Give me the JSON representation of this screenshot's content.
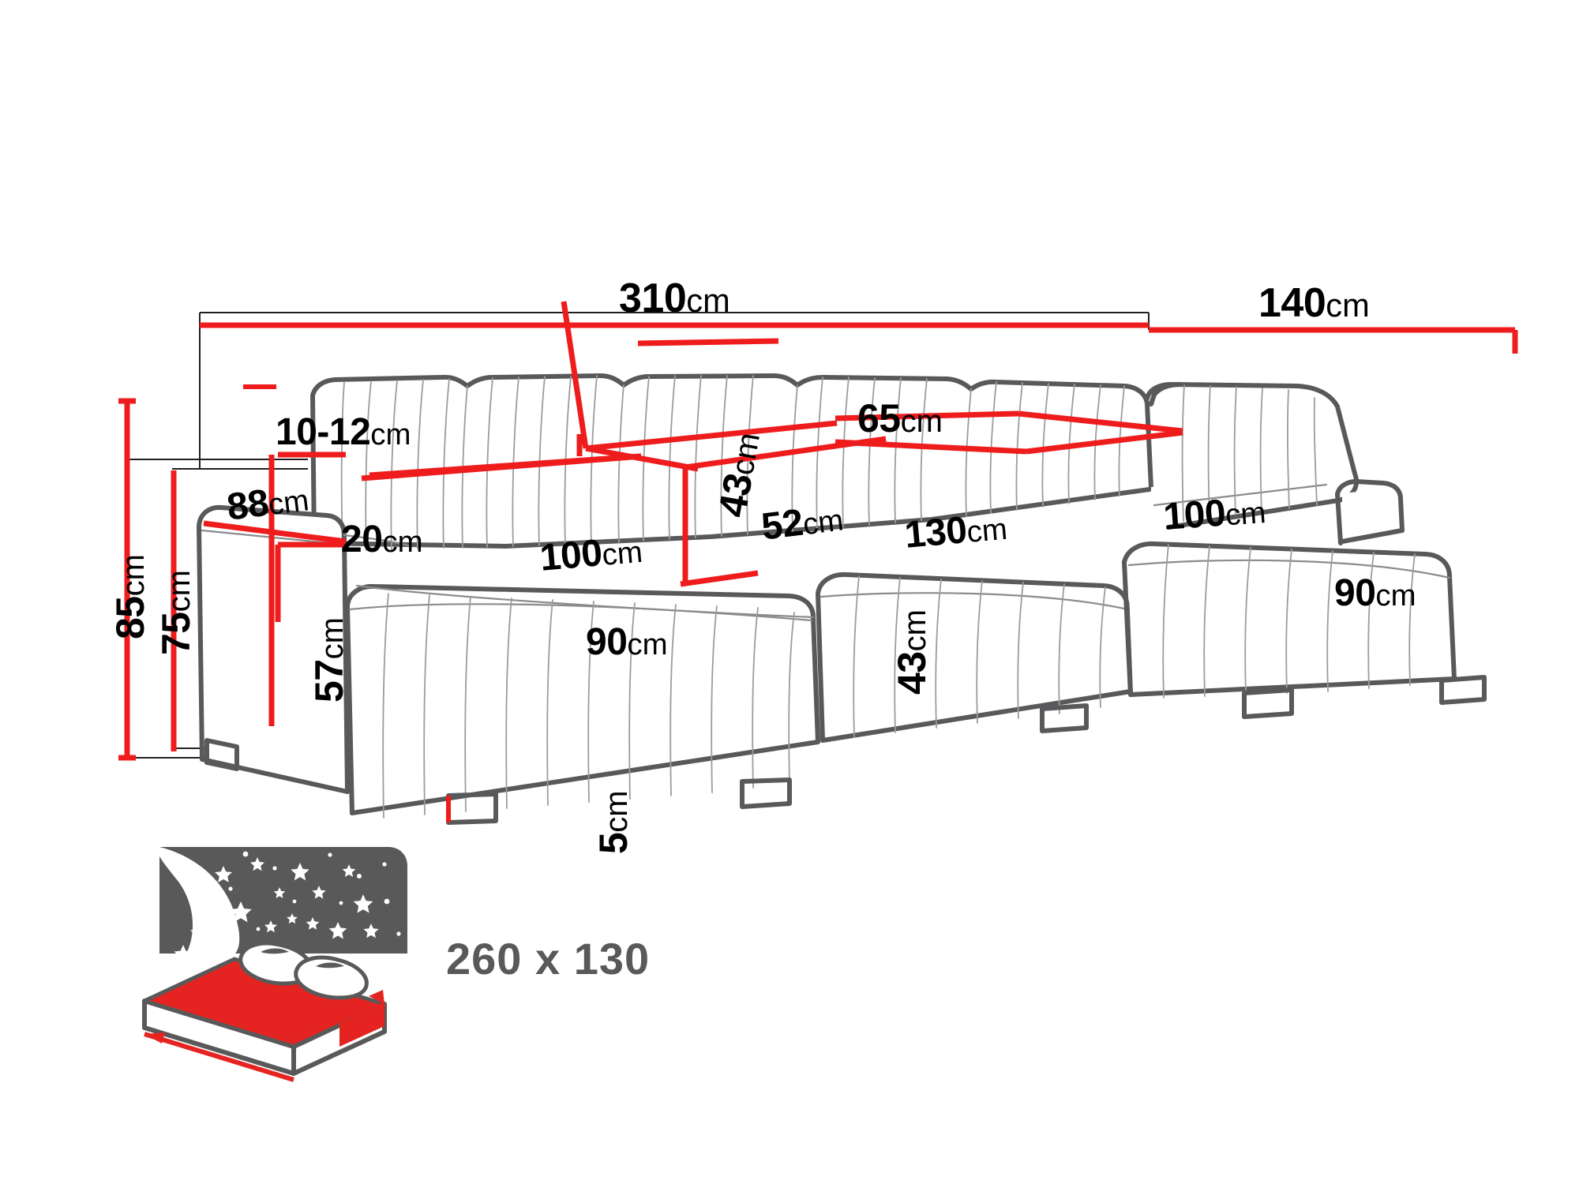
{
  "diagram": {
    "title": "Corner sofa bed dimension drawing",
    "unit_suffix": "cm",
    "colors": {
      "dimension_line": "#ee1c1c",
      "outline_heavy": "#58595b",
      "outline_light": "#7d7e80",
      "label_text": "#000000",
      "bed_icon_gray": "#595959",
      "bed_icon_red": "#e52421",
      "background": "#ffffff"
    },
    "labels": {
      "total_width": {
        "value": "310",
        "unit": "cm",
        "orientation": "horizontal"
      },
      "total_depth": {
        "value": "140",
        "unit": "cm",
        "orientation": "horizontal"
      },
      "total_height": {
        "value": "85",
        "unit": "cm",
        "orientation": "vertical"
      },
      "backrest_height": {
        "value": "75",
        "unit": "cm",
        "orientation": "vertical"
      },
      "cushion_thickness": {
        "value": "10-12",
        "unit": "cm",
        "orientation": "horizontal"
      },
      "armrest_depth": {
        "value": "88",
        "unit": "cm",
        "orientation": "horizontal"
      },
      "armrest_width": {
        "value": "20",
        "unit": "cm",
        "orientation": "horizontal"
      },
      "armrest_height": {
        "value": "57",
        "unit": "cm",
        "orientation": "vertical"
      },
      "left_seat_depth": {
        "value": "100",
        "unit": "cm",
        "orientation": "horizontal"
      },
      "left_seat_width": {
        "value": "90",
        "unit": "cm",
        "orientation": "horizontal"
      },
      "leg_height": {
        "value": "5",
        "unit": "cm",
        "orientation": "vertical"
      },
      "backrest_panel_height": {
        "value": "43",
        "unit": "cm",
        "orientation": "vertical"
      },
      "seat_back_height": {
        "value": "65",
        "unit": "cm",
        "orientation": "horizontal"
      },
      "seat_module_width": {
        "value": "52",
        "unit": "cm",
        "orientation": "horizontal"
      },
      "center_seat_width": {
        "value": "130",
        "unit": "cm",
        "orientation": "horizontal"
      },
      "seat_height_right": {
        "value": "43",
        "unit": "cm",
        "orientation": "vertical"
      },
      "chaise_depth": {
        "value": "100",
        "unit": "cm",
        "orientation": "horizontal"
      },
      "chaise_width": {
        "value": "90",
        "unit": "cm",
        "orientation": "horizontal"
      }
    },
    "sleeping_area": {
      "label": "260 x 130",
      "icon": "bed-night-icon"
    }
  }
}
